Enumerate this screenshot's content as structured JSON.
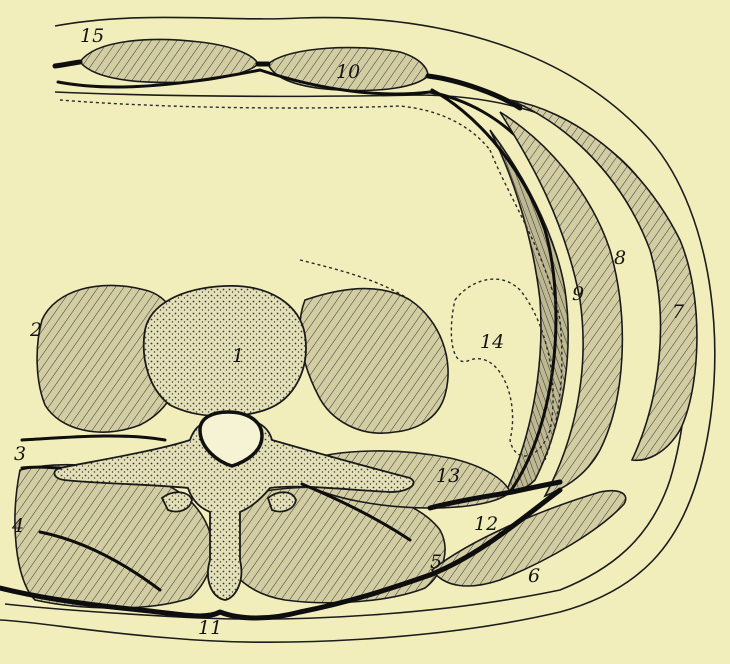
{
  "labels": {
    "l1": "1",
    "l2": "2",
    "l3": "3",
    "l4": "4",
    "l5": "5",
    "l6": "6",
    "l7": "7",
    "l8": "8",
    "l9": "9",
    "l10": "10",
    "l11": "11",
    "l12": "12",
    "l13": "13",
    "l14": "14",
    "l15": "15"
  },
  "colors": {
    "paper": "#f1eebb",
    "ink": "#141414",
    "tissue": "#c9c39b"
  }
}
